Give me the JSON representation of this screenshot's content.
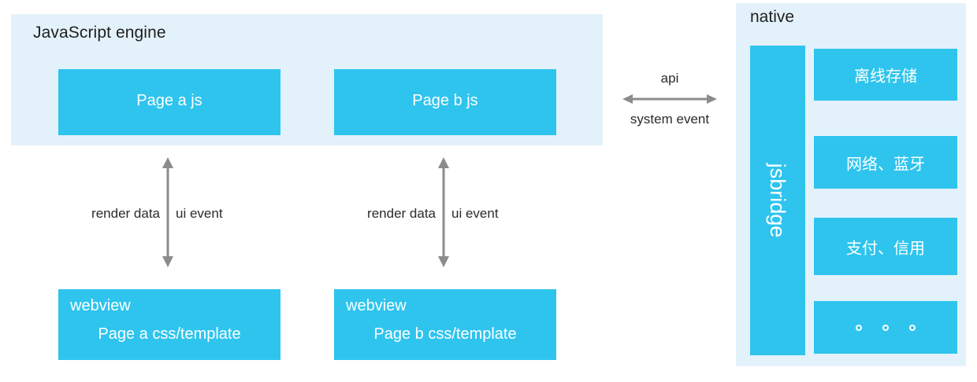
{
  "diagram": {
    "title_js_engine": "JavaScript engine",
    "title_native": "native",
    "colors": {
      "blue": "#2ec4ee",
      "panel_bg": "#e3f2fa",
      "arrow": "#8c8c8c",
      "text": "#2b2b2b"
    }
  },
  "js_engine": {
    "label": "JavaScript engine",
    "pages": [
      {
        "label": "Page a js"
      },
      {
        "label": "Page b js"
      }
    ]
  },
  "webviews": [
    {
      "title": "webview",
      "subtitle": "Page a css/template"
    },
    {
      "title": "webview",
      "subtitle": "Page b css/template"
    }
  ],
  "connections": {
    "vertical": [
      {
        "left_label": "render data",
        "right_label": "ui event"
      },
      {
        "left_label": "render data",
        "right_label": "ui event"
      }
    ],
    "horizontal": {
      "top_label": "api",
      "bottom_label": "system event"
    }
  },
  "native": {
    "label": "native",
    "bridge_label": "jsbridge",
    "items": [
      {
        "label": "离线存储"
      },
      {
        "label": "网络、蓝牙"
      },
      {
        "label": "支付、信用"
      },
      {
        "label": "",
        "is_dots": true,
        "dots": 3
      }
    ]
  }
}
